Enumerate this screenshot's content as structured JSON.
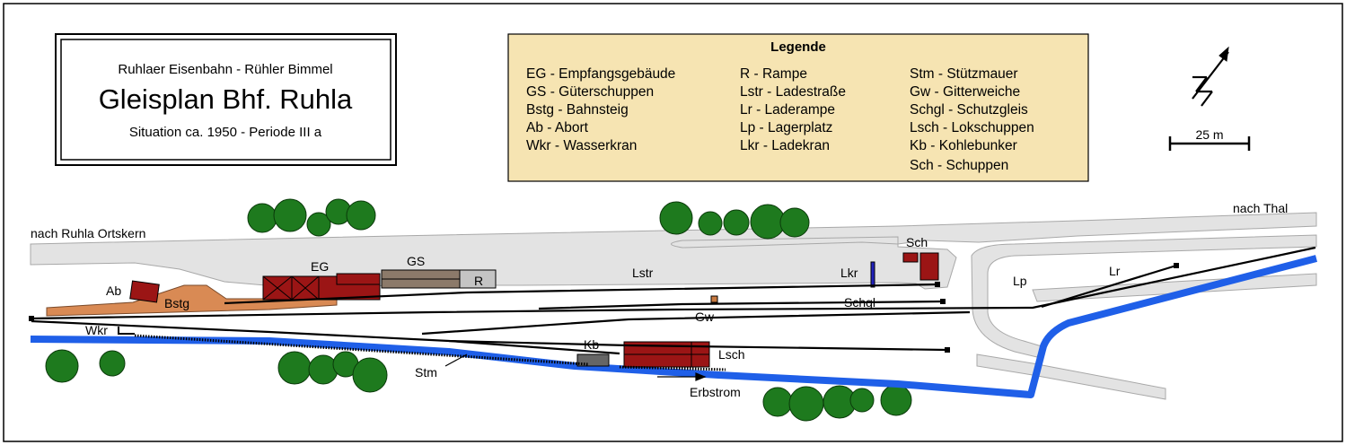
{
  "title_box": {
    "subtitle": "Ruhlaer Eisenbahn - Rühler Bimmel",
    "title": "Gleisplan Bhf. Ruhla",
    "situation": "Situation ca. 1950 - Periode III a"
  },
  "legend": {
    "heading": "Legende",
    "columns": [
      [
        "EG - Empfangsgebäude",
        "GS - Güterschuppen",
        "Bstg - Bahnsteig",
        "Ab - Abort",
        "Wkr - Wasserkran"
      ],
      [
        "R - Rampe",
        "Lstr - Ladestraße",
        "Lr - Laderampe",
        "Lp - Lagerplatz",
        "Lkr - Ladekran"
      ],
      [
        "Stm - Stützmauer",
        "Gw - Gitterweiche",
        "Schgl - Schutzgleis",
        "Lsch - Lokschuppen",
        "Kb - Kohlebunker",
        "Sch - Schuppen"
      ]
    ]
  },
  "scale": {
    "label": "25 m"
  },
  "labels": {
    "ruhla_ortskern": "nach Ruhla Ortskern",
    "thal": "nach Thal",
    "eg": "EG",
    "gs": "GS",
    "r": "R",
    "ab": "Ab",
    "bstg": "Bstg",
    "lstr": "Lstr",
    "lkr": "Lkr",
    "sch": "Sch",
    "schgl": "Schgl",
    "gw": "Gw",
    "wkr": "Wkr",
    "kb": "Kb",
    "lsch": "Lsch",
    "stm": "Stm",
    "erbstrom": "Erbstrom",
    "lp": "Lp",
    "lr": "Lr"
  },
  "colors": {
    "road": "#e3e3e3",
    "road_edge": "#a8a8a8",
    "building": "#9b1515",
    "platform": "#d98a54",
    "goods_shed": "#8c7a6a",
    "ramp": "#c4c4c4",
    "river": "#1f5fe8",
    "tree": "#1e7a1e",
    "legend_bg": "#f6e4b2",
    "track": "#000000"
  }
}
